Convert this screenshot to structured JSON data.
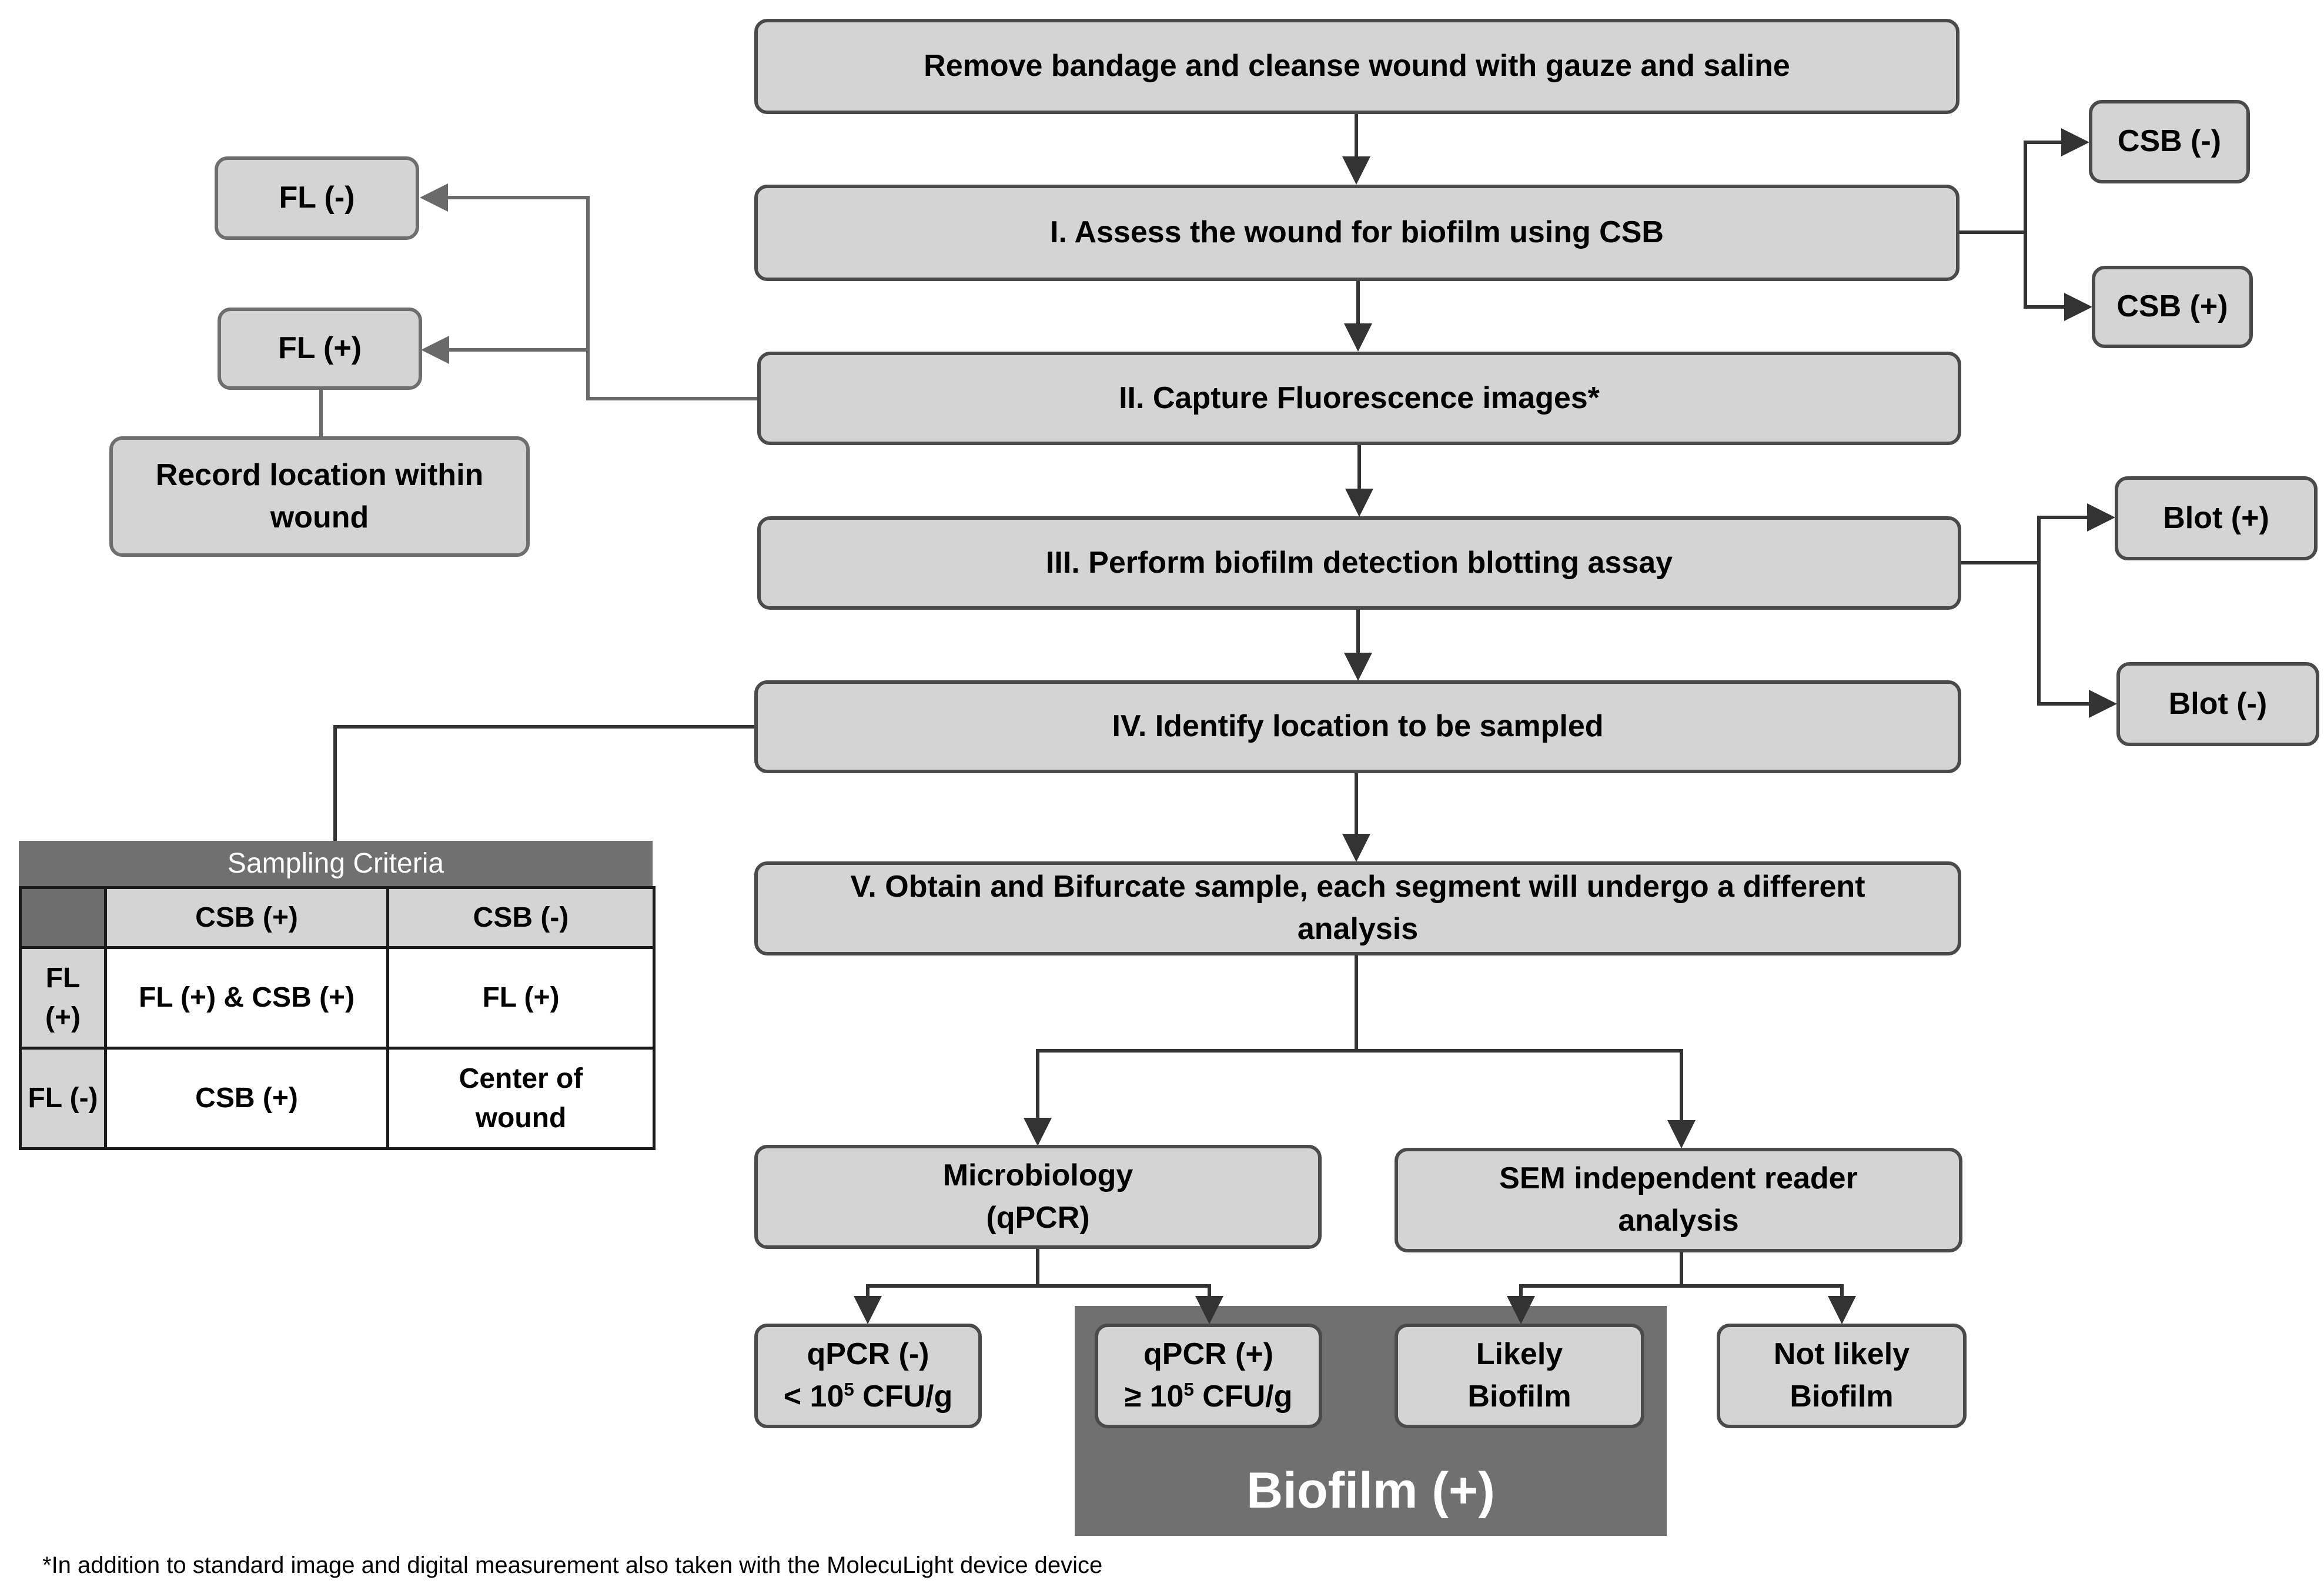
{
  "steps": {
    "start": "Remove bandage and cleanse wound with gauze and saline",
    "step1": "I. Assess the wound for biofilm using CSB",
    "step2": "II. Capture Fluorescence images*",
    "step3": "III. Perform biofilm detection blotting assay",
    "step4": "IV. Identify location to be sampled",
    "step5": "V. Obtain and Bifurcate sample, each segment will undergo a different analysis"
  },
  "csb_outcomes": {
    "negative": "CSB (-)",
    "positive": "CSB (+)"
  },
  "fl_outcomes": {
    "negative": "FL (-)",
    "positive": "FL (+)",
    "record": "Record location within wound"
  },
  "blot_outcomes": {
    "positive": "Blot (+)",
    "negative": "Blot (-)"
  },
  "analysis": {
    "micro_line1": "Microbiology",
    "micro_line2": "(qPCR)",
    "sem": "SEM independent reader analysis"
  },
  "results": {
    "qpcr_neg_line1": "qPCR (-)",
    "qpcr_neg_prefix": "< 10",
    "qpcr_pos_line1": "qPCR (+)",
    "qpcr_pos_prefix": "≥ 10",
    "exponent": "5",
    "unit": " CFU/g",
    "likely": "Likely Biofilm",
    "not_likely": "Not likely Biofilm"
  },
  "biofilm_label": "Biofilm (+)",
  "criteria": {
    "title": "Sampling Criteria",
    "col_headers": [
      "CSB (+)",
      "CSB (-)"
    ],
    "rows": [
      {
        "head": "FL (+)",
        "cells": [
          "FL (+) & CSB (+)",
          "FL (+)"
        ]
      },
      {
        "head": "FL (-)",
        "cells": [
          "CSB (+)",
          "Center of wound"
        ]
      }
    ]
  },
  "footnote": "*In addition to standard image and digital measurement  also taken with the MolecuLight device device",
  "colors": {
    "box_fill": "#d4d4d4",
    "box_border": "#4a4a4a",
    "panel": "#707070",
    "line": "#333333"
  }
}
